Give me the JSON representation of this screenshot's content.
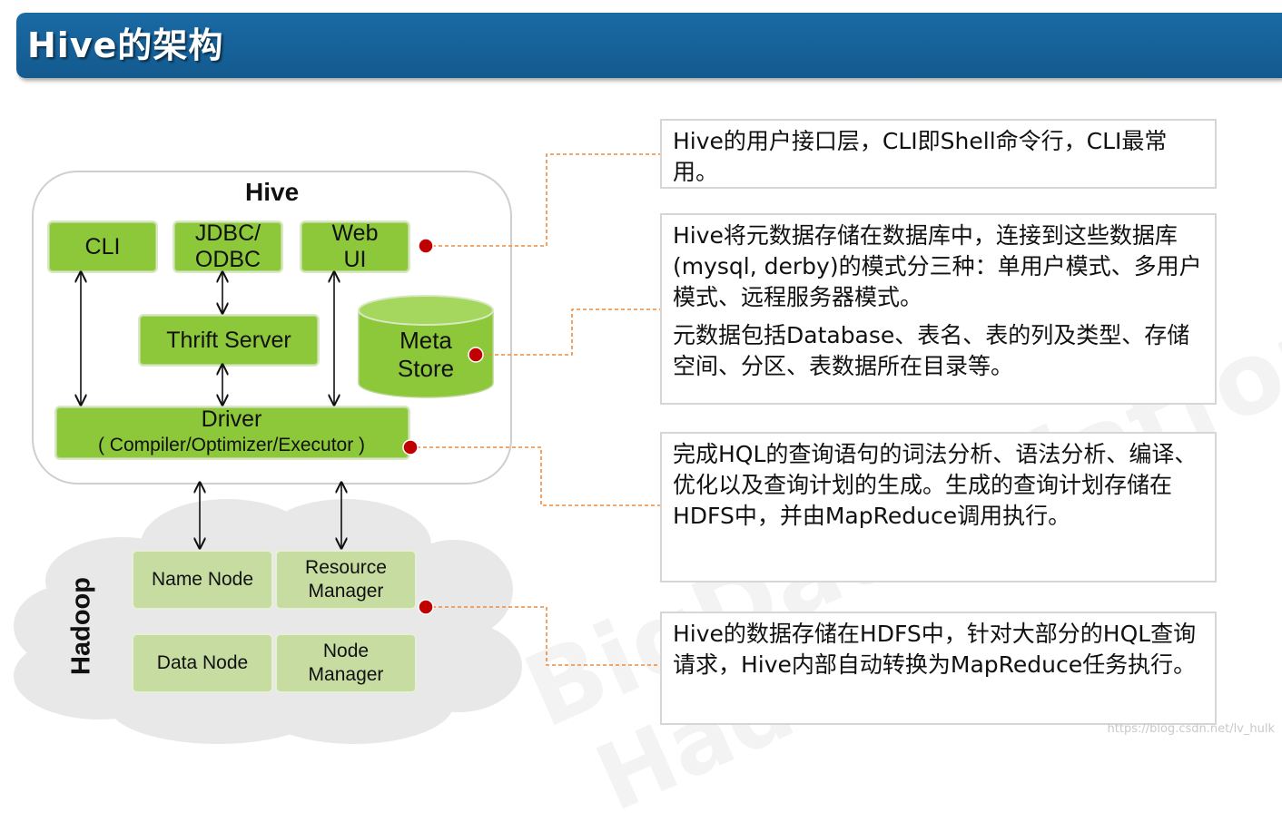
{
  "header": {
    "title": "Hive的架构"
  },
  "watermark": {
    "line1": "BigData Platform",
    "line2": "Hadoop"
  },
  "diagram": {
    "hive_label": "Hive",
    "cli": "CLI",
    "jdbc_line1": "JDBC/",
    "jdbc_line2": "ODBC",
    "webui_line1": "Web",
    "webui_line2": "UI",
    "thrift_server": "Thrift Server",
    "metastore_line1": "Meta",
    "metastore_line2": "Store",
    "driver_title": "Driver",
    "driver_subtitle": "( Compiler/Optimizer/Executor )",
    "hadoop_label": "Hadoop",
    "name_node": "Name Node",
    "resource_manager_line1": "Resource",
    "resource_manager_line2": "Manager",
    "data_node": "Data Node",
    "node_manager_line1": "Node",
    "node_manager_line2": "Manager"
  },
  "notes": {
    "interface": "Hive的用户接口层，CLI即Shell命令行，CLI最常用。",
    "metastore_p1": "Hive将元数据存储在数据库中，连接到这些数据库(mysql, derby)的模式分三种：单用户模式、多用户模式、远程服务器模式。",
    "metastore_p2": "元数据包括Database、表名、表的列及类型、存储空间、分区、表数据所在目录等。",
    "driver": "完成HQL的查询语句的词法分析、语法分析、编译、优化以及查询计划的生成。生成的查询计划存储在HDFS中，并由MapReduce调用执行。",
    "hadoop": "Hive的数据存储在HDFS中，针对大部分的HQL查询请求，Hive内部自动转换为MapReduce任务执行。"
  },
  "credit": "https://blog.csdn.net/lv_hulk",
  "colors": {
    "header": "#135a8f",
    "green_box": "#8cc83a",
    "pale_green_box": "#c6dca0",
    "connector": "#f08a3a",
    "dot": "#c00000"
  }
}
